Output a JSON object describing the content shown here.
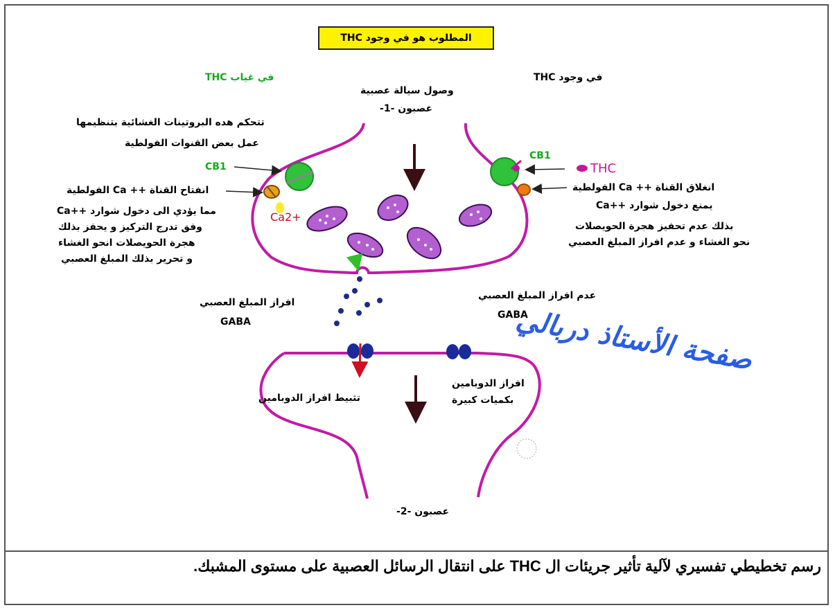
{
  "title": "المطلوب هو في وجود THC",
  "left_heading": "في غياب THC",
  "right_heading": "في وجود THC",
  "center": {
    "signal": "وصول سيالة عصبية",
    "neuron1": "عصبون -1-",
    "neuron2": "عصبون -2-"
  },
  "left": {
    "proteins_line1": "تتحكم هده البروتينات الغشائية بتنظيمها",
    "proteins_line2": "عمل بعض القنوات الفولطية",
    "cb1": "CB1",
    "channel_open": "انفتاح القناة ++ Ca الفولطية",
    "effect_line1": "مما يؤدي الى دخول شوارد ++Ca",
    "effect_line2": "وفق تدرج التركيز و يحفز بذلك",
    "effect_line3": "هجرة الحويصلات انحو الغشاء",
    "effect_line4": "و تحرير بذلك المبلغ العصبي",
    "ca_ion": "Ca2+",
    "release": "افراز المبلغ العصبي",
    "gaba": "GABA",
    "dopamine": "تثبيط افراز الدوبامين"
  },
  "right": {
    "cb1": "CB1",
    "thc": "THC",
    "channel_close": "انغلاق القناة ++ Ca الفولطية",
    "effect_line1": "يمنع دخول شوارد ++Ca",
    "effect_line2": "بذلك عدم تحفيز هجرة الحويصلات",
    "effect_line3": "نحو الغشاء و عدم افراز المبلغ العصبي",
    "no_release": "عدم افراز المبلغ العصبي",
    "gaba": "GABA",
    "dopamine_line1": "افراز الدوبامين",
    "dopamine_line2": "بكميات كبيرة"
  },
  "watermark": "صفحة الأستاذ دربالي",
  "caption": "رسم تخطيطي تفسيري لآلية تأثير جريئات ال THC على انتقال الرسائل العصبية على مستوى المشبك.",
  "colors": {
    "membrane": "#c21aa8",
    "receptor": "#2fc23a",
    "vesicle": "#a64bc4",
    "neurotransmitter": "#1c2a8a",
    "thc": "#c2189a",
    "title_bg": "#fff200",
    "watermark": "#2a5de0"
  }
}
